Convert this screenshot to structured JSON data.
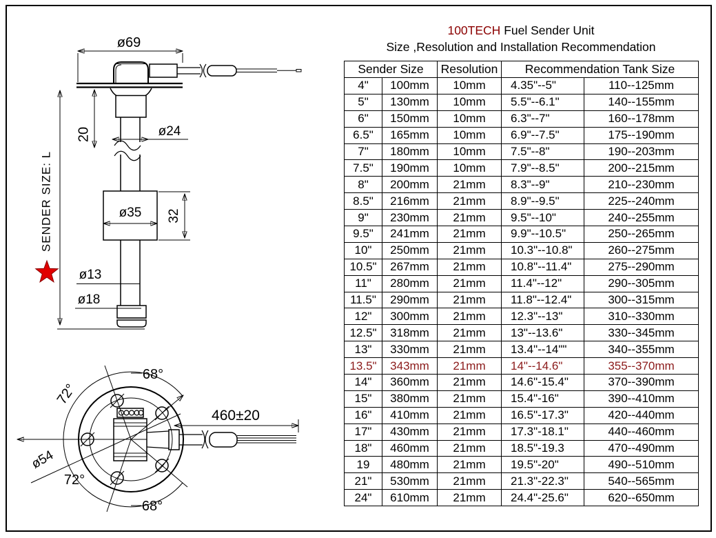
{
  "title": {
    "brand": "100TECH",
    "product": "Fuel Sender Unit",
    "subtitle": "Size ,Resolution and Installation Recommendation"
  },
  "colors": {
    "brand_red": "#8b0000",
    "highlight_red": "#8b1a1a",
    "star_red": "#e10000",
    "line_black": "#000000"
  },
  "table": {
    "headers": {
      "sender_size": "Sender Size",
      "resolution": "Resolution",
      "tank_size": "Recommendation Tank Size"
    },
    "highlight_row_index": 17,
    "rows": [
      [
        "4\"",
        "100mm",
        "10mm",
        "4.35\"--5\"",
        "110--125mm"
      ],
      [
        "5\"",
        "130mm",
        "10mm",
        "5.5\"--6.1\"",
        "140--155mm"
      ],
      [
        "6\"",
        "150mm",
        "10mm",
        "6.3\"--7\"",
        "160--178mm"
      ],
      [
        "6.5\"",
        "165mm",
        "10mm",
        "6.9\"--7.5\"",
        "175--190mm"
      ],
      [
        "7\"",
        "180mm",
        "10mm",
        "7.5\"--8\"",
        "190--203mm"
      ],
      [
        "7.5\"",
        "190mm",
        "10mm",
        "7.9\"--8.5\"",
        "200--215mm"
      ],
      [
        "8\"",
        "200mm",
        "21mm",
        "8.3\"--9\"",
        "210--230mm"
      ],
      [
        "8.5\"",
        "216mm",
        "21mm",
        "8.9\"--9.5\"",
        "225--240mm"
      ],
      [
        "9\"",
        "230mm",
        "21mm",
        "9.5\"--10\"",
        "240--255mm"
      ],
      [
        "9.5\"",
        "241mm",
        "21mm",
        "9.9\"--10.5\"",
        "250--265mm"
      ],
      [
        "10\"",
        "250mm",
        "21mm",
        "10.3\"--10.8\"",
        "260--275mm"
      ],
      [
        "10.5\"",
        "267mm",
        "21mm",
        "10.8\"--11.4\"",
        "275--290mm"
      ],
      [
        "11\"",
        "280mm",
        "21mm",
        "11.4\"--12\"",
        "290--305mm"
      ],
      [
        "11.5\"",
        "290mm",
        "21mm",
        "11.8\"--12.4\"",
        "300--315mm"
      ],
      [
        "12\"",
        "300mm",
        "21mm",
        "12.3\"--13\"",
        "310--330mm"
      ],
      [
        "12.5\"",
        "318mm",
        "21mm",
        "13\"--13.6\"",
        "330--345mm"
      ],
      [
        "13\"",
        "330mm",
        "21mm",
        "13.4\"--14\"\"",
        "340--355mm"
      ],
      [
        "13.5\"",
        "343mm",
        "21mm",
        "14\"--14.6\"",
        "355--370mm"
      ],
      [
        "14\"",
        "360mm",
        "21mm",
        "14.6\"-15.4\"",
        "370--390mm"
      ],
      [
        "15\"",
        "380mm",
        "21mm",
        "15.4\"-16\"",
        "390--410mm"
      ],
      [
        "16\"",
        "410mm",
        "21mm",
        "16.5\"-17.3\"",
        "420--440mm"
      ],
      [
        "17\"",
        "430mm",
        "21mm",
        "17.3\"-18.1\"",
        "440--460mm"
      ],
      [
        "18\"",
        "460mm",
        "21mm",
        "18.5\"-19.3",
        "470--490mm"
      ],
      [
        "19",
        "480mm",
        "21mm",
        "19.5\"-20\"",
        "490--510mm"
      ],
      [
        "21\"",
        "530mm",
        "21mm",
        "21.3\"-22.3\"",
        "540--565mm"
      ],
      [
        "24\"",
        "610mm",
        "21mm",
        "24.4\"-25.6\"",
        "620--650mm"
      ]
    ]
  },
  "drawing": {
    "side": {
      "flange_dia": "ø69",
      "neck_height": "20",
      "neck_dia": "ø24",
      "float_dia": "ø35",
      "float_height": "32",
      "rod_dia": "ø13",
      "tip_dia": "ø18",
      "length_label": "SENDER SIZE: L"
    },
    "top": {
      "angle_top": "68°",
      "angle_upper_left": "72°",
      "bolt_circle_dia": "ø54",
      "angle_lower_left": "72°",
      "angle_bottom": "68°",
      "cable_length": "460±20"
    }
  }
}
